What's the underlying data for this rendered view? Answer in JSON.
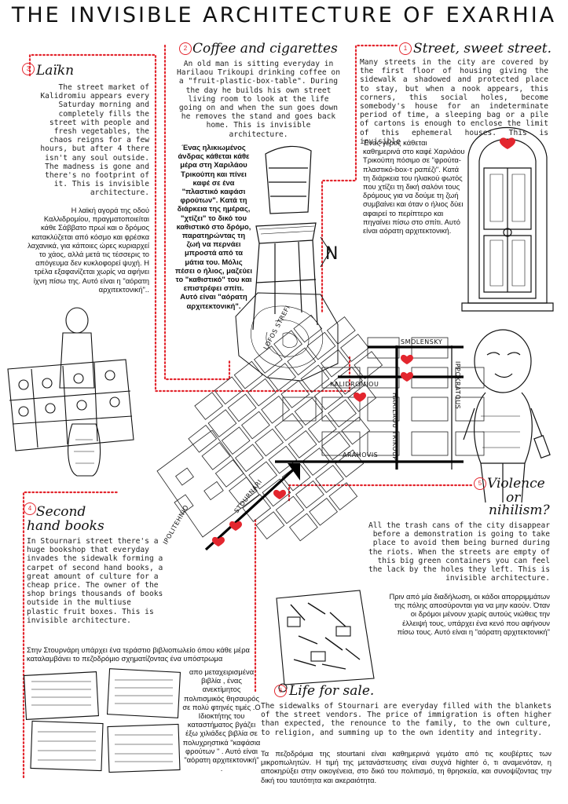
{
  "title": "THE INVISIBLE ARCHITECTURE OF EXARHIA",
  "sections": {
    "laikh": {
      "number": "3",
      "heading": "Laïkn",
      "english": "The street market of Kalidromiu appears every Saturday morning and completely fills the street with people and fresh vegetables, the chaos reigns for a few hours, but after 4 there isn't any soul outside. The madness is gone and there's no footprint of it. This is invisible architecture.",
      "greek": "Η λαϊκή αγορά της οδού Καλλιδρομίου, πραγματοποιείται κάθε Σάββατο πρωί και ο δρόμος κατακλύζεται από κόσμο και φρέσκα λαχανικά, για κάποιες ώρες κυριαρχεί το χάος, αλλά μετά τις τέσσερις το απόγευμα δεν κυκλοφορεί ψυχή. Η τρέλα εξαφανίζεται χωρίς να αφήνει ίχνη πίσω της. Αυτό είναι η \"αόρατη αρχιτεκτονική\".."
    },
    "coffee": {
      "number": "2",
      "heading": "Coffee and cigarettes",
      "english": "An old man is sitting everyday in Harilaou Trikoupi drinking coffee on a \"fruit-plastic-box-table\". During the day he builds his own street living room to look at the life going on and when the sun goes down he removes the stand and goes back home. This is invisible architecture.",
      "greek": "Ένας ηλικιωμένος άνδρας κάθεται κάθε μέρα στη Χαριλάου Τρικούπη και πίνει καφέ σε ένα \"πλαστικό καφάσι φρούτων\". Κατά τη διάρκεια της ημέρας, \"χτίζει\" το δικό του καθιστικό στο δρόμο, παρατηρώντας τη ζωή να περνάει μπροστά από τα μάτια του. Μόλις πέσει ο ήλιος, μαζεύει το \"καθιστικό\" του και επιστρέφει σπίτι. Αυτό είναι \"αόρατη αρχιτεκτονική\"."
    },
    "street": {
      "number": "1",
      "heading": "Street, sweet street.",
      "english": "Many streets in the city are covered by the first floor of housing giving the sidewalk a shadowed and protected place to stay, but when a nook appears, this corners, this social holes, become somebody's house for an indeterminate period of time, a sleeping bag or a pile of cartons is enough to enclose the limit of this ephemeral houses. This is invisible",
      "greek": "Ένας γέρος κάθεται καθημερινά στο καφέ Χαριλάου Τρικούπη πόσιμο σε \"φρούτα-πλαστικό-box-τ ραπέζι\". Κατά τη διάρκεια του ηλιακού φωτός που χτίζει τη δική σαλόνι τους δρόμους για να δούμε τη ζωή συμβαίνει και όταν ο ήλιος δύει αφαιρεί το περίπτερο και πηγαίνει πίσω στο σπίτι. Αυτό είναι αόρατη αρχιτεκτονική."
    },
    "books": {
      "number": "4",
      "heading_line1": "Second",
      "heading_line2": "hand books",
      "english": "In Stournari street there's a huge bookshop that everyday invades the sidewalk forming a carpet of second hand books, a great amount of culture for a cheap price. The owner of the shop brings thousands of books outside in the multiuse plastic fruit boxes. This is invisible architecture.",
      "greek_wide": "Στην Στουρνάρη υπάρχει ένα τεράστιο βιβλιοπωλείο όπου κάθε μέρα καταλαμβάνει το πεζοδρόμιο σχηματίζοντας ένα υπόστρωμα",
      "greek_narrow": "απο μεταχειρισμένα βιβλία , ένας ανεκτίμητος πολιτισμικός θησαυρός σε πολύ φτηνές τιμές .Ο Ιδιοκτήτης του καταστήματος βγάζει έξω χιλιάδες βιβλία σε πολυχρηστικά \"καφάσια φρούτων \" . Αυτό είναι \"αόρατη αρχιτεκτονική\" ."
    },
    "violence": {
      "number": "5",
      "heading_line1": "Violence",
      "heading_line2": "or",
      "heading_line3": "nihilism?",
      "english": "All the trash cans of the city disappear before a demonstration is going to take place to avoid them being burned during the riots. When the streets are empty of this big green containers you can feel the lack by the holes they left. This is invisible architecture.",
      "greek": "Πριν από μία διαδήλωση, οι κάδοι απορριμμάτων της πόλης αποσύρονται για να μην καούν. Όταν οι δρόμοι μένουν χωρίς αυτούς νιώθεις την έλλειψή τους, υπάρχει ένα κενό που αφήνουν πίσω τους. Αυτό είναι η \"αόρατη αρχιτεκτονική\""
    },
    "life": {
      "number": "6",
      "heading": "Life for sale.",
      "english": "The sidewalks of Stournari are everyday filled with the blankets of the street vendors. The price of immigration is often higher than expected, the renounce to the family, to the own culture, to religion, and summing up to the own identity and integrity.",
      "greek": "Τα πεζοδρόμια της stourtani είναι καθημερινά γεμάτο από τις κουβέρτες των μικροπωλητών. Η τιμή της μετανάστευσης είναι συχνά highter ό, τι αναμενόταν, η αποκηρύξει στην οικογένεια, στο δικό του πολιτισμό, τη θρησκεία, και συνοψίζοντας την δική του ταυτότητα και ακεραιότητα."
    }
  },
  "map": {
    "north": "N",
    "streets": [
      "LOFOS STREFI",
      "SMOLENSKY",
      "KALIDROMIOU",
      "HARILAOU TRIKOUPI",
      "IPPOKRATOUS",
      "ARAHOVIS",
      "STOURNARI",
      "IPOLITEHNIO"
    ]
  },
  "colors": {
    "accent": "#e3262e",
    "ink": "#111111"
  }
}
